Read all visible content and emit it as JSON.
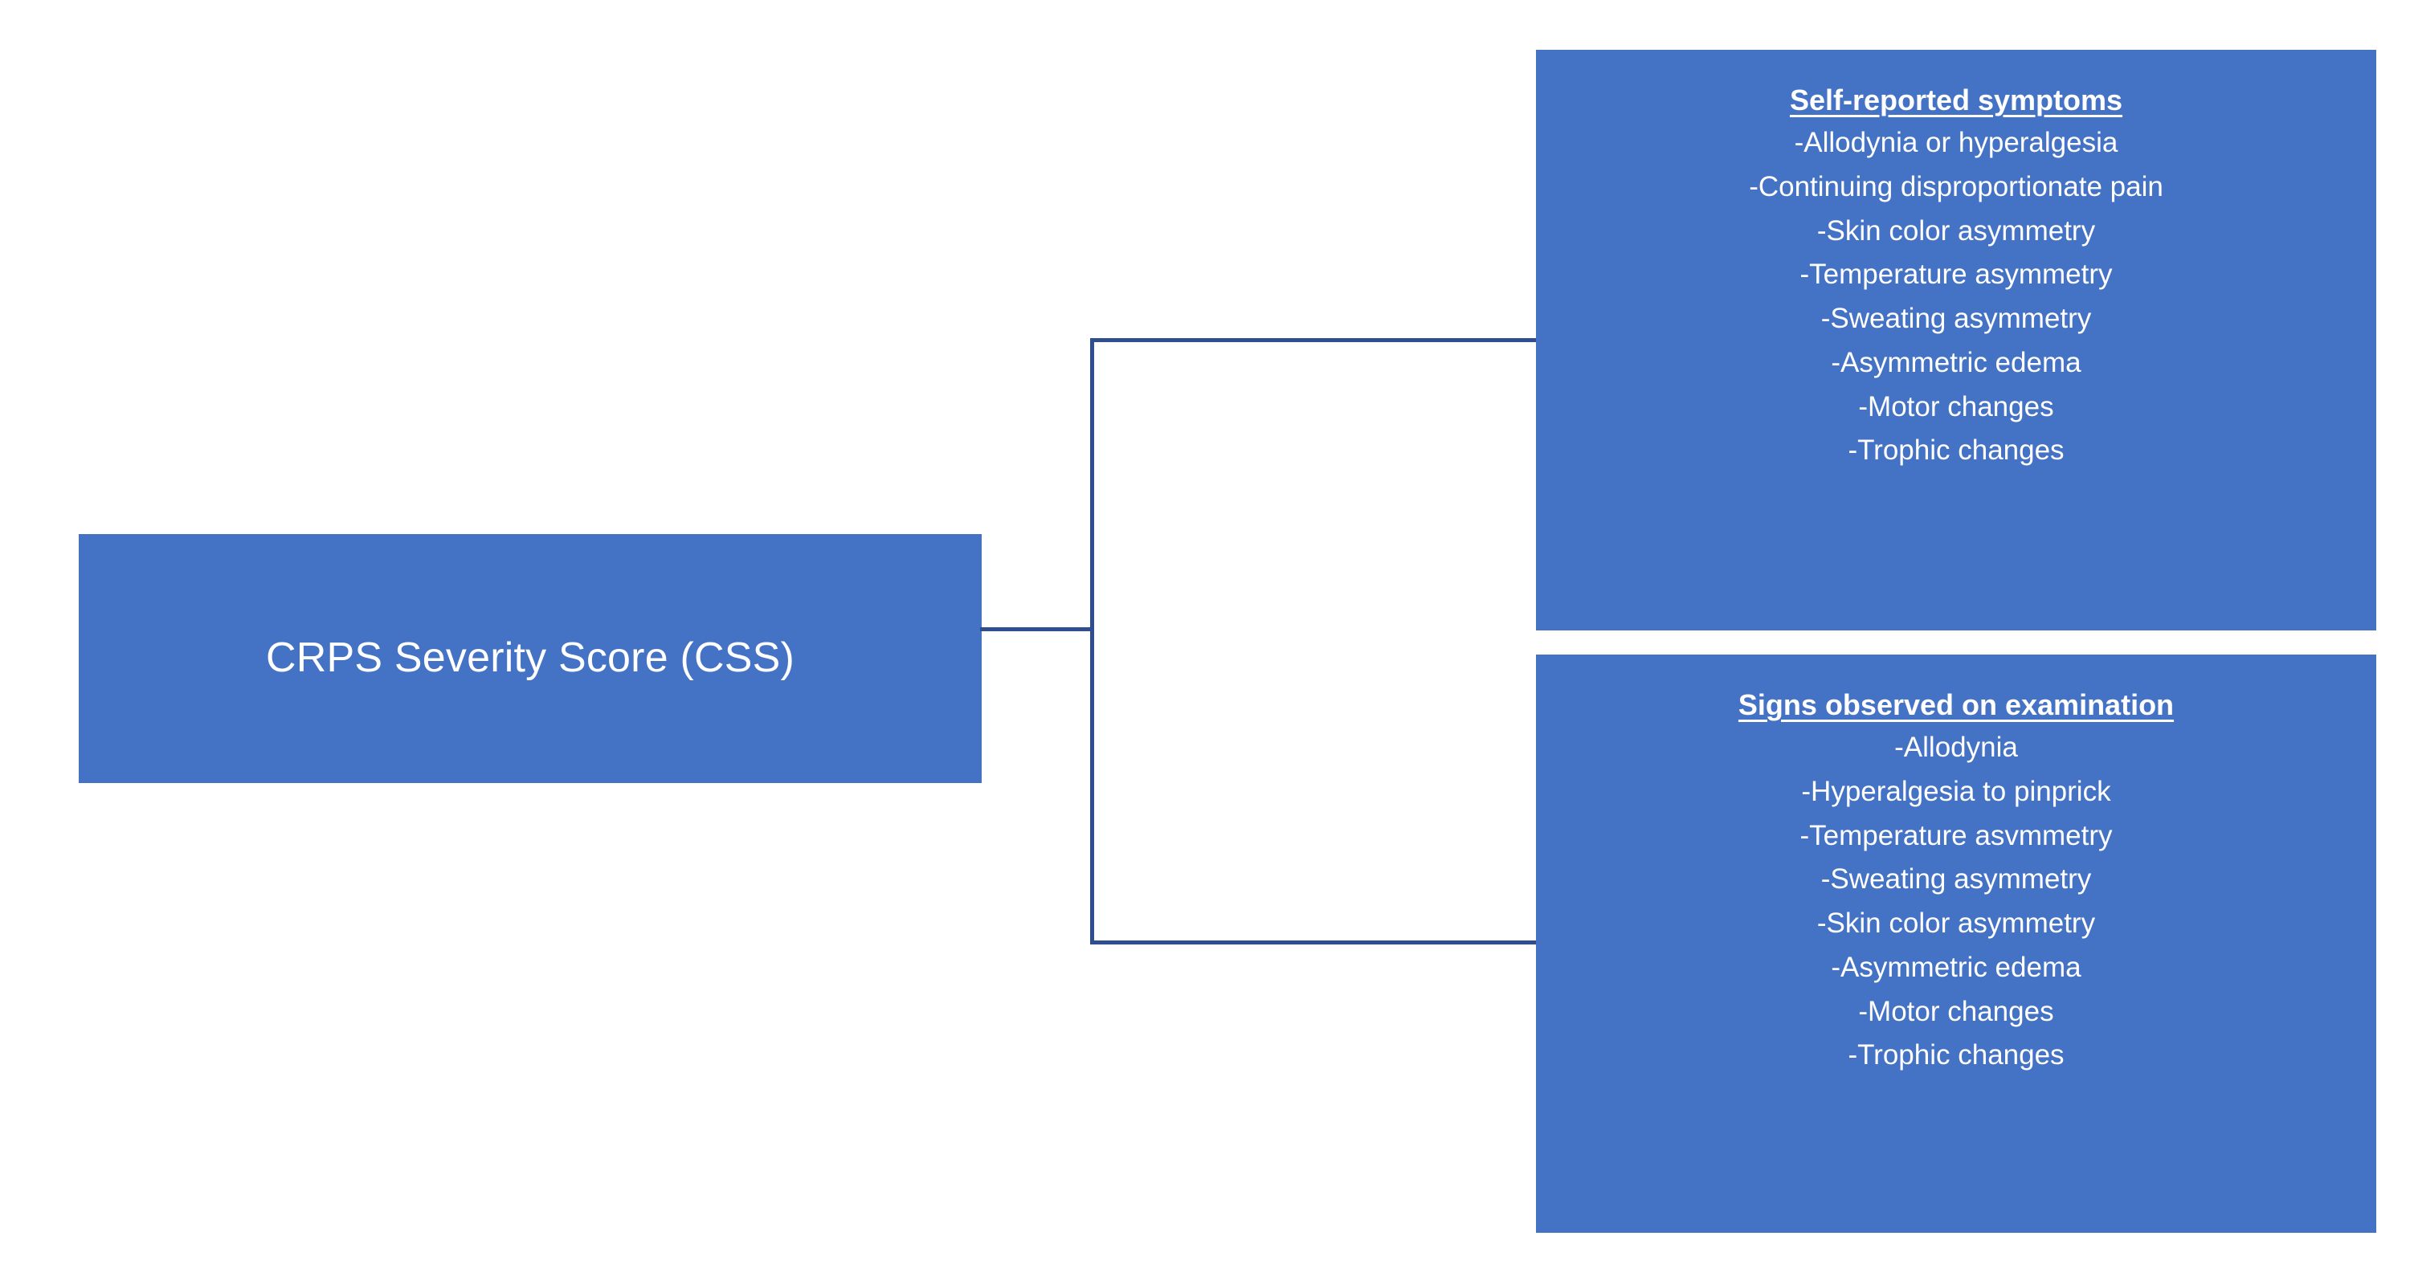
{
  "diagram": {
    "type": "hierarchy-bracket",
    "colors": {
      "box_fill": "#4472C4",
      "box_text": "#FFFFFF",
      "connector_line": "#2E4E8F",
      "background": "#FFFFFF"
    },
    "root": {
      "title": "CRPS Severity Score (CSS)"
    },
    "branches": [
      {
        "id": "self-reported-symptoms",
        "heading": "Self-reported symptoms",
        "items": [
          "-Allodynia or hyperalgesia",
          "-Continuing disproportionate pain",
          "-Skin color asymmetry",
          "-Temperature asymmetry",
          "-Sweating asymmetry",
          "-Asymmetric edema",
          "-Motor changes",
          "-Trophic changes"
        ]
      },
      {
        "id": "signs-observed-on-examination",
        "heading": "Signs observed on examination",
        "items": [
          "-Allodynia",
          "-Hyperalgesia to pinprick",
          "-Temperature asvmmetry",
          "-Sweating asymmetry",
          "-Skin color asymmetry",
          "-Asymmetric edema",
          "-Motor changes",
          "-Trophic changes"
        ]
      }
    ]
  }
}
